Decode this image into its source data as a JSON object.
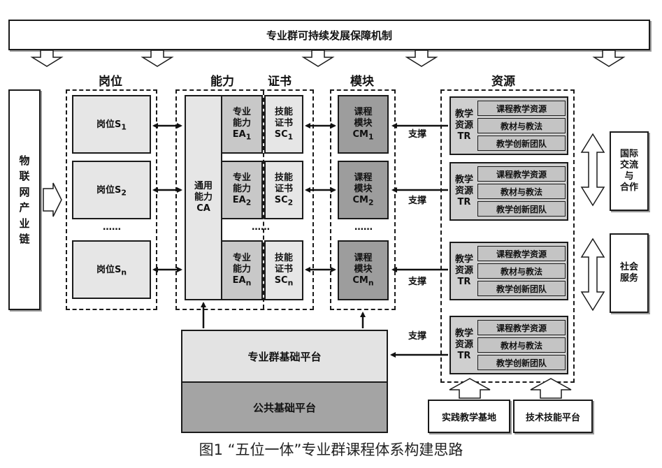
{
  "top_banner": "专业群可持续发展保障机制",
  "headers": {
    "post": "岗位",
    "ability": "能力",
    "certificate": "证书",
    "module": "模块",
    "resource": "资源"
  },
  "industry_chain": [
    "物",
    "联",
    "网",
    "产",
    "业",
    "链"
  ],
  "posts": [
    {
      "label": "岗位S",
      "sub": "1"
    },
    {
      "label": "岗位S",
      "sub": "2"
    },
    {
      "label": "岗位S",
      "sub": "n"
    }
  ],
  "ellipsis": "……",
  "general_ability": [
    "通用",
    "能力",
    "CA"
  ],
  "special_abilities": [
    {
      "l1": "专业",
      "l2": "能力",
      "code": "EA",
      "sub": "1"
    },
    {
      "l1": "专业",
      "l2": "能力",
      "code": "EA",
      "sub": "2"
    },
    {
      "l1": "专业",
      "l2": "能力",
      "code": "EA",
      "sub": "n"
    }
  ],
  "certificates": [
    {
      "l1": "技能",
      "l2": "证书",
      "code": "SC",
      "sub": "1"
    },
    {
      "l1": "技能",
      "l2": "证书",
      "code": "SC",
      "sub": "2"
    },
    {
      "l1": "技能",
      "l2": "证书",
      "code": "SC",
      "sub": "n"
    }
  ],
  "modules": [
    {
      "l1": "课程",
      "l2": "模块",
      "code": "CM",
      "sub": "1"
    },
    {
      "l1": "课程",
      "l2": "模块",
      "code": "CM",
      "sub": "2"
    },
    {
      "l1": "课程",
      "l2": "模块",
      "code": "CM",
      "sub": "n"
    }
  ],
  "support_label": "支撑",
  "teaching_resource": [
    "教学",
    "资源",
    "TR"
  ],
  "resource_items": [
    "课程教学资源",
    "教材与教法",
    "教学创新团队"
  ],
  "right_boxes": {
    "intl": [
      "国际",
      "交流",
      "与",
      "合作"
    ],
    "social": [
      "社会",
      "服务"
    ]
  },
  "platforms": {
    "professional": "专业群基础平台",
    "public": "公共基础平台"
  },
  "bottom_boxes": {
    "practice": "实践教学基地",
    "skills": "技术技能平台"
  },
  "caption": "图1  “五位一体”专业群课程体系构建思路"
}
